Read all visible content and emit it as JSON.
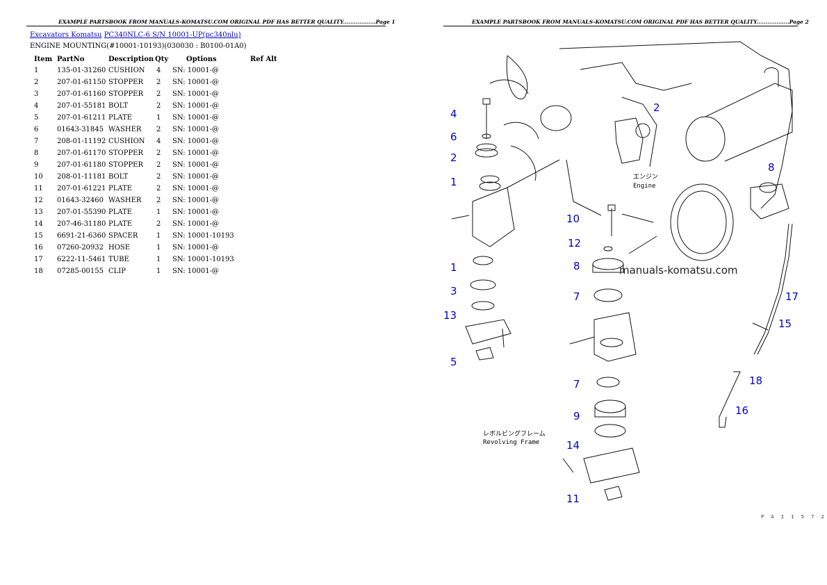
{
  "page1": {
    "header": "EXAMPLE PARTSBOOK FROM MANUALS-KOMATSU.COM ORIGINAL PDF HAS BETTER QUALITY..................Page 1",
    "breadcrumb": {
      "link1": "Excavators Komatsu",
      "link2": "PC340NLC-6 S/N 10001-UP(pc340nlu)"
    },
    "subtitle": "ENGINE MOUNTING(#10001-10193)(030030 : B0100-01A0)",
    "table": {
      "headers": [
        "Item",
        "PartNo",
        "Description",
        "Qty",
        "Options",
        "Ref Alt"
      ],
      "rows": [
        [
          "1",
          "135-01-31260",
          "CUSHION",
          "4",
          "SN: 10001-@"
        ],
        [
          "2",
          "207-01-61150",
          "STOPPER",
          "2",
          "SN: 10001-@"
        ],
        [
          "3",
          "207-01-61160",
          "STOPPER",
          "2",
          "SN: 10001-@"
        ],
        [
          "4",
          "207-01-55181",
          "BOLT",
          "2",
          "SN: 10001-@"
        ],
        [
          "5",
          "207-01-61211",
          "PLATE",
          "1",
          "SN: 10001-@"
        ],
        [
          "6",
          "01643-31845",
          "WASHER",
          "2",
          "SN: 10001-@"
        ],
        [
          "7",
          "208-01-11192",
          "CUSHION",
          "4",
          "SN: 10001-@"
        ],
        [
          "8",
          "207-01-61170",
          "STOPPER",
          "2",
          "SN: 10001-@"
        ],
        [
          "9",
          "207-01-61180",
          "STOPPER",
          "2",
          "SN: 10001-@"
        ],
        [
          "10",
          "208-01-11181",
          "BOLT",
          "2",
          "SN: 10001-@"
        ],
        [
          "11",
          "207-01-61221",
          "PLATE",
          "2",
          "SN: 10001-@"
        ],
        [
          "12",
          "01643-32460",
          "WASHER",
          "2",
          "SN: 10001-@"
        ],
        [
          "13",
          "207-01-55390",
          "PLATE",
          "1",
          "SN: 10001-@"
        ],
        [
          "14",
          "207-46-31180",
          "PLATE",
          "2",
          "SN: 10001-@"
        ],
        [
          "15",
          "6691-21-6360",
          "SPACER",
          "1",
          "SN: 10001-10193"
        ],
        [
          "16",
          "07260-20932",
          "HOSE",
          "1",
          "SN: 10001-@"
        ],
        [
          "17",
          "6222-11-5461",
          "TUBE",
          "1",
          "SN: 10001-10193"
        ],
        [
          "18",
          "07285-00155",
          "CLIP",
          "1",
          "SN: 10001-@"
        ]
      ]
    }
  },
  "page2": {
    "header": "EXAMPLE PARTSBOOK FROM MANUALS-KOMATSU.COM ORIGINAL PDF HAS BETTER QUALITY..................Page 2",
    "watermark": "manuals-komatsu.com",
    "labels": {
      "engine_jp": "エンジン",
      "engine_en": "Engine",
      "frame_jp": "レボルビングフレーム",
      "frame_en": "Revolving Frame"
    },
    "footer_code": "P A I 1 5 7 2",
    "callouts": [
      "4",
      "6",
      "2",
      "1",
      "1",
      "3",
      "13",
      "5",
      "2",
      "8",
      "10",
      "12",
      "8",
      "7",
      "7",
      "9",
      "14",
      "11",
      "17",
      "15",
      "18",
      "16"
    ]
  },
  "colors": {
    "link": "#0000cc",
    "callout": "#0000cc"
  }
}
